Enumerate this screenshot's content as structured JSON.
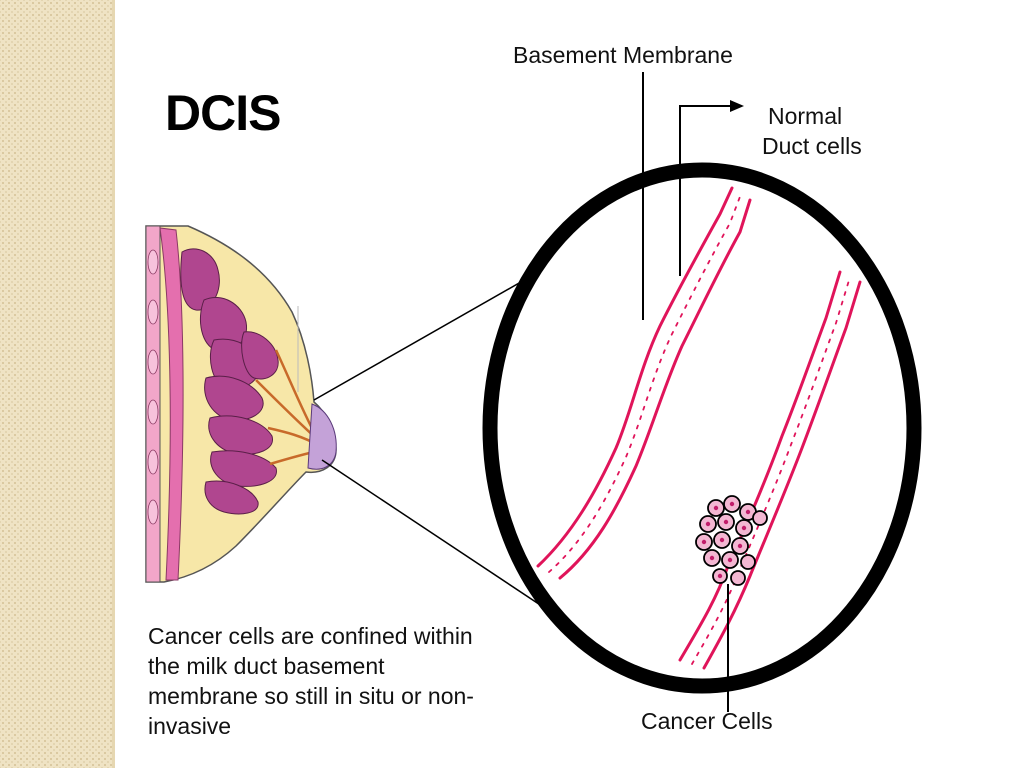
{
  "title": "DCIS",
  "labels": {
    "basement_membrane": "Basement Membrane",
    "normal_duct_cells_line1": "Normal",
    "normal_duct_cells_line2": "Duct cells",
    "cancer_cells": "Cancer Cells"
  },
  "caption": "Cancer cells are confined within the milk duct basement membrane so still in situ or non-invasive",
  "colors": {
    "duct": "#e0145a",
    "circle": "#000000",
    "lobule": "#b0468f",
    "breast_fill": "#f7e7a8",
    "skin": "#e46fae",
    "cancer": "#c21d6a",
    "side_strip": "#efe3c4"
  }
}
